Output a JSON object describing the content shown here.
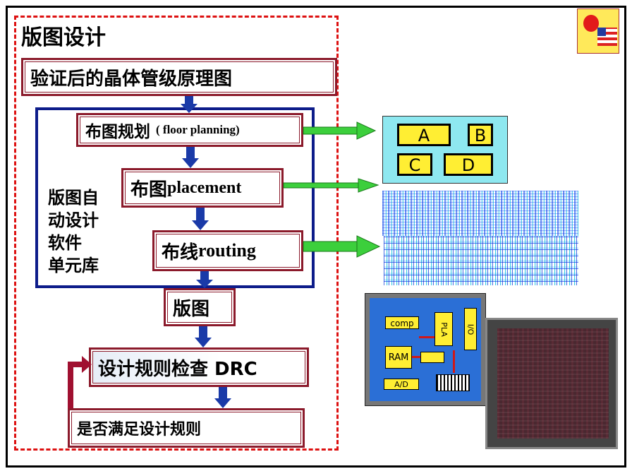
{
  "title": "版图设计",
  "steps": {
    "schematic": "验证后的晶体管级原理图",
    "floor_cn": "布图规划",
    "floor_en": "( floor planning)",
    "place_cn": "布图",
    "place_en": "placement",
    "route_cn": "布线",
    "route_en": " routing",
    "layout": "版图",
    "drc": "设计规则检查 DRC",
    "satisfy": "是否满足设计规则"
  },
  "side_label": [
    "版图自",
    "动设计",
    "软件",
    "单元库"
  ],
  "floorplan_blocks": [
    "A",
    "B",
    "C",
    "D"
  ],
  "chip_blocks": {
    "comp": "comp",
    "pla": "PLA",
    "io": "I/O",
    "ram": "RAM",
    "ad": "A/D"
  },
  "colors": {
    "flow_border": "#8b1a2b",
    "dashed_border": "#dd1111",
    "blue_frame": "#0d1c8a",
    "arrow_blue": "#1a3aa8",
    "arrow_green": "#3ccf3c",
    "floorplan_bg": "#8ee8f0",
    "block_yellow": "#ffee33"
  }
}
